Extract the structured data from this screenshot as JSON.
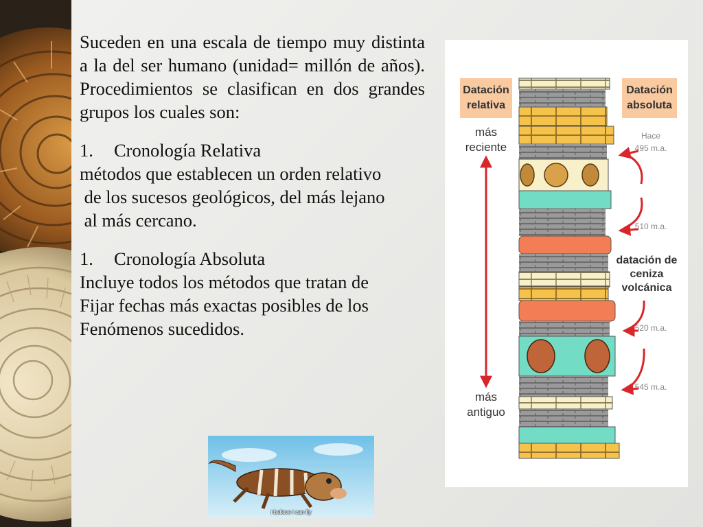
{
  "slide": {
    "intro_paragraph": "Suceden en una escala de tiempo muy distinta a la del ser humano (unidad= millón de años). Procedimientos se clasifican en dos grandes grupos los cuales son:",
    "item1": {
      "number": "1.",
      "title": "Cronología Relativa",
      "line1": "métodos que establecen un orden relativo",
      "line2": " de los sucesos geológicos, del más lejano",
      "line3": " al más cercano."
    },
    "item2": {
      "number": "1.",
      "title": "Cronología Absoluta",
      "line1": "Incluye todos los métodos que tratan de",
      "line2": "Fijar fechas más exactas posibles de los",
      "line3": "Fenómenos sucedidos."
    }
  },
  "figure": {
    "label_relative_1": "Datación",
    "label_relative_2": "relativa",
    "label_absolute_1": "Datación",
    "label_absolute_2": "absoluta",
    "recent_1": "más",
    "recent_2": "reciente",
    "old_1": "más",
    "old_2": "antiguo",
    "hace": "Hace",
    "age1": "495 m.a.",
    "age2": "510 m.a.",
    "age3": "520 m.a.",
    "age4": "545 m.a.",
    "ash_1": "datación de",
    "ash_2": "ceniza",
    "ash_3": "volcánica"
  },
  "meme": {
    "caption": "i believe i can fly"
  },
  "colors": {
    "label_box": "#f9c9a0",
    "arrow_red": "#d8262a",
    "sandstone": "#f5c24c",
    "ash_layer": "#f37d54",
    "teal_layer": "#72dcc4",
    "shale": "#8e8e8e",
    "cream": "#f7f0c9"
  }
}
